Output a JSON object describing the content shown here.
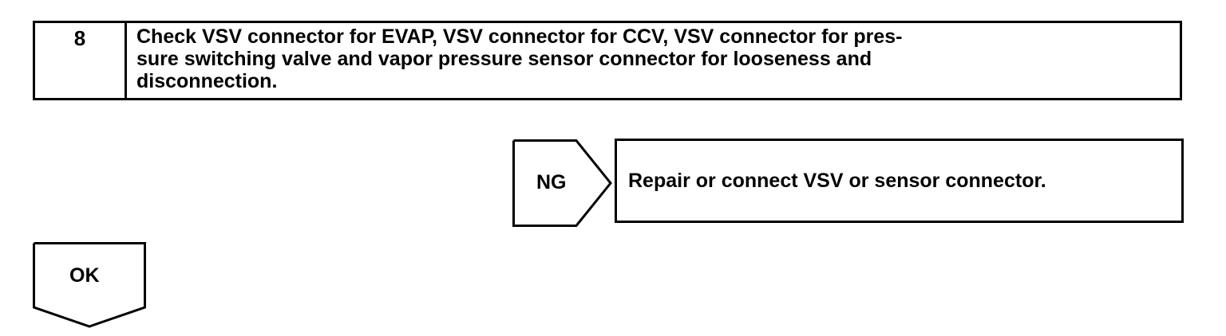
{
  "step": {
    "number": "8",
    "text": "Check VSV connector for EVAP, VSV connector for CCV, VSV connector for pres-\nsure switching valve and vapor pressure sensor connector for looseness and\ndisconnection."
  },
  "ng": {
    "label": "NG",
    "action": "Repair or connect VSV or sensor connector."
  },
  "ok": {
    "label": "OK"
  }
}
